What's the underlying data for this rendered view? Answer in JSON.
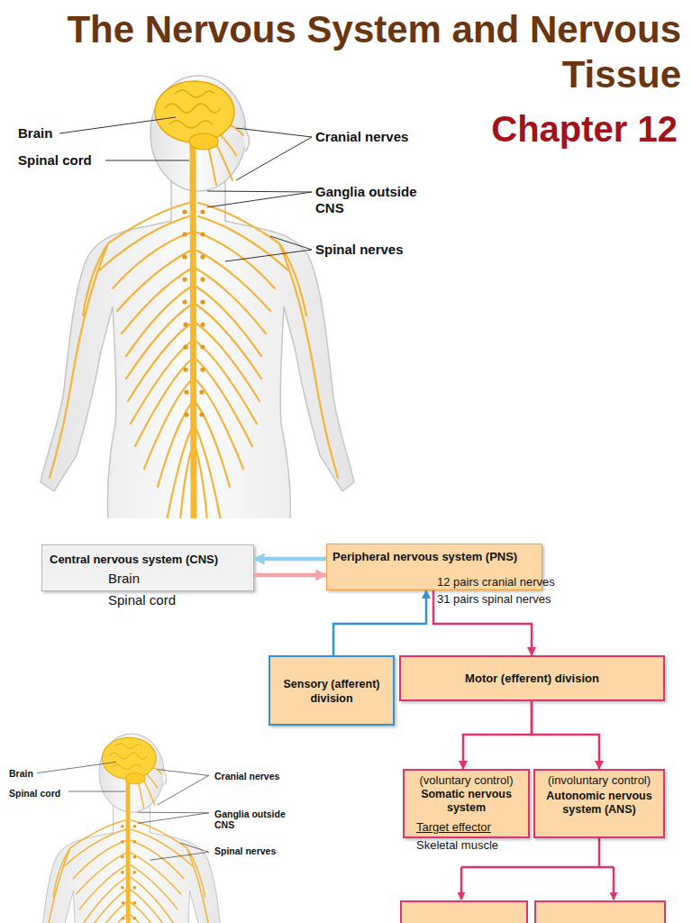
{
  "diagram": {
    "title": "The Nervous System and Nervous Tissue",
    "nodes": [
      {
        "text": [
          "Central nervous system (CNS)",
          "Brain",
          "Spinal cord"
        ]
      },
      {
        "text": [
          "Peripheral nervous system (PNS)",
          "12 pairs cranial nerves",
          "31 pairs spinal nerves"
        ]
      },
      {
        "text": [
          "Sensory (afferent) division"
        ]
      },
      {
        "text": [
          "Motor (efferent) division"
        ]
      },
      {
        "text": [
          "(voluntary control)",
          "Somatic nervous system",
          "Target effector",
          "Skeletal muscle"
        ]
      },
      {
        "text": [
          "(involuntary control)",
          "Autonomic nervous system (ANS)"
        ]
      }
    ],
    "edges": [
      {
        "from": 1,
        "to": 0,
        "arrow": "to"
      },
      {
        "from": 0,
        "to": 1,
        "arrow": "to"
      },
      {
        "from": 2,
        "to": 1,
        "arrow": "to"
      },
      {
        "from": 1,
        "to": 3,
        "arrow": "to"
      },
      {
        "from": 3,
        "to": 4,
        "arrow": "to"
      },
      {
        "from": 3,
        "to": 5,
        "arrow": "to"
      }
    ],
    "labels": [
      "Chapter 12",
      "Brain",
      "Spinal cord",
      "Cranial nerves",
      "Ganglia outside CNS",
      "Spinal nerves",
      "Brain",
      "Spinal cord",
      "Cranial nerves",
      "Ganglia outside CNS",
      "Spinal nerves"
    ]
  }
}
